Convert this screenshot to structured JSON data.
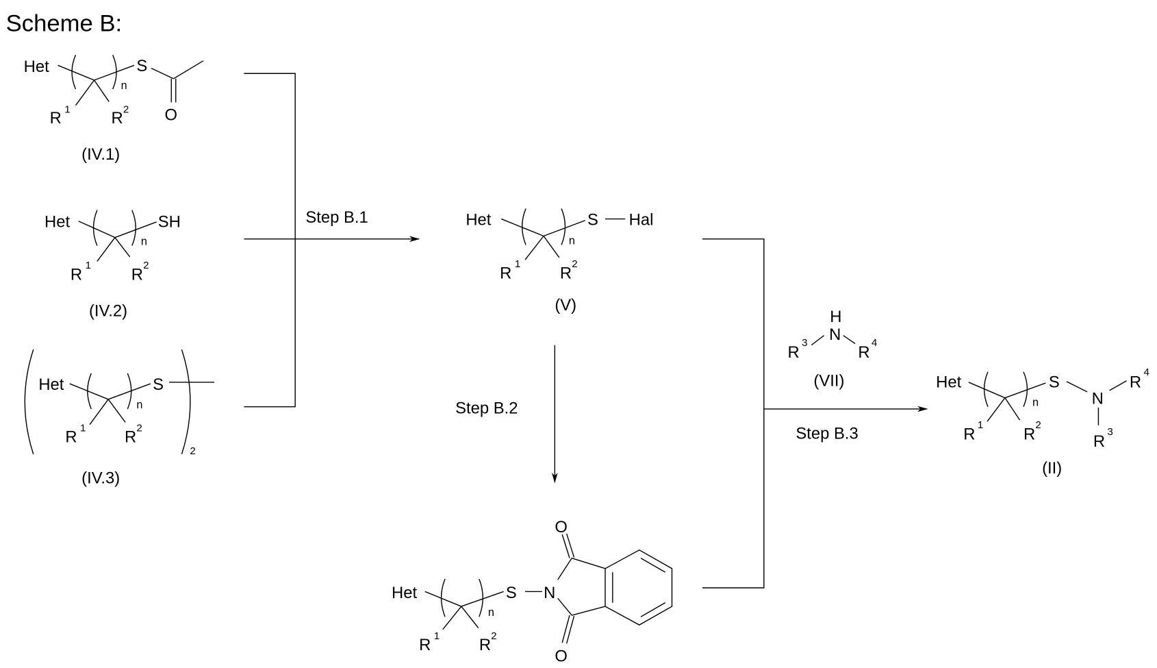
{
  "title": "Scheme B:",
  "colors": {
    "ink": "#000000",
    "background": "#ffffff"
  },
  "steps": {
    "b1": "Step B.1",
    "b2": "Step B.2",
    "b3": "Step B.3"
  },
  "compounds": {
    "iv1": {
      "label": "(IV.1)",
      "het": "Het",
      "n": "n",
      "s": "S",
      "o": "O",
      "r1": "R",
      "r1_sup": "1",
      "r2": "R",
      "r2_sup": "2"
    },
    "iv2": {
      "label": "(IV.2)",
      "het": "Het",
      "n": "n",
      "sh": "SH",
      "r1": "R",
      "r1_sup": "1",
      "r2": "R",
      "r2_sup": "2"
    },
    "iv3": {
      "label": "(IV.3)",
      "het": "Het",
      "n": "n",
      "s": "S",
      "multiplier": "2",
      "r1": "R",
      "r1_sup": "1",
      "r2": "R",
      "r2_sup": "2"
    },
    "v": {
      "label": "(V)",
      "het": "Het",
      "n": "n",
      "s": "S",
      "hal": "Hal",
      "r1": "R",
      "r1_sup": "1",
      "r2": "R",
      "r2_sup": "2"
    },
    "phthalimide": {
      "het": "Het",
      "n": "n",
      "s": "S",
      "nitrogen": "N",
      "o_top": "O",
      "o_bottom": "O",
      "r1": "R",
      "r1_sup": "1",
      "r2": "R",
      "r2_sup": "2"
    },
    "vii": {
      "label": "(VII)",
      "h": "H",
      "nitrogen": "N",
      "r3": "R",
      "r3_sup": "3",
      "r4": "R",
      "r4_sup": "4"
    },
    "ii": {
      "label": "(II)",
      "het": "Het",
      "n": "n",
      "s": "S",
      "nitrogen": "N",
      "r1": "R",
      "r1_sup": "1",
      "r2": "R",
      "r2_sup": "2",
      "r3": "R",
      "r3_sup": "3",
      "r4": "R",
      "r4_sup": "4"
    }
  }
}
